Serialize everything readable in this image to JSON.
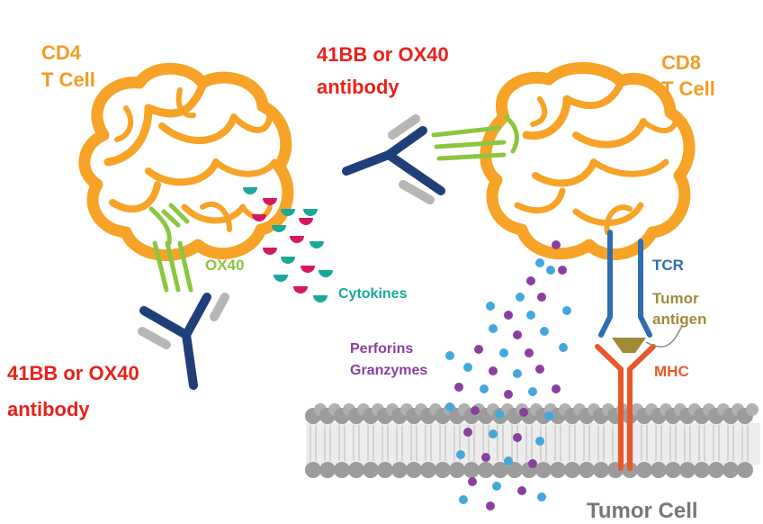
{
  "labels": {
    "cd4": [
      "CD4",
      "T Cell"
    ],
    "cd8": [
      "CD8",
      "T Cell"
    ],
    "antibody_top": [
      "41BB or OX40",
      "antibody"
    ],
    "antibody_left": [
      "41BB or OX40",
      "antibody"
    ],
    "ox40": "OX40",
    "cytokines": "Cytokines",
    "perforins": [
      "Perforins",
      "Granzymes"
    ],
    "tcr": "TCR",
    "tumor_antigen": [
      "Tumor",
      "antigen"
    ],
    "mhc": "MHC",
    "tumor_cell": "Tumor Cell"
  },
  "colors": {
    "cell_orange": "#f7a327",
    "label_orange": "#f29d25",
    "antibody_red": "#e8221b",
    "antibody_blue": "#1f3f7a",
    "antibody_gray": "#b6b6b6",
    "receptor_green": "#8cc63f",
    "cytokine_teal": "#1aa89a",
    "cytokine_magenta": "#d6195f",
    "perforin_purple": "#8a3fa0",
    "granzyme_blue": "#42a8dc",
    "tcr_blue": "#2e6db4",
    "mhc_orange": "#e8582a",
    "antigen_tan": "#a08a3a",
    "membrane_gray": "#9c9c9c",
    "tumor_text_gray": "#777777"
  }
}
